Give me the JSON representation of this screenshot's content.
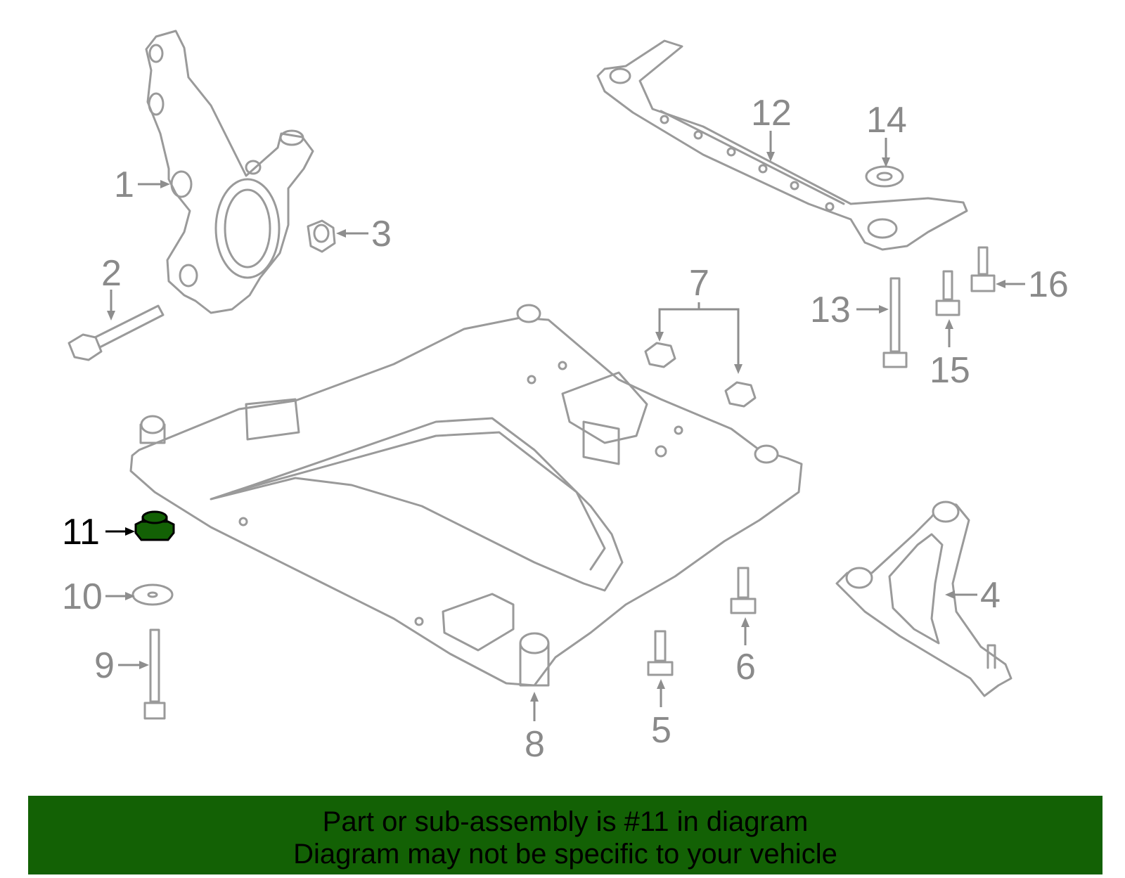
{
  "diagram": {
    "callouts": {
      "c1": "1",
      "c2": "2",
      "c3": "3",
      "c4": "4",
      "c5": "5",
      "c6": "6",
      "c7": "7",
      "c8": "8",
      "c9": "9",
      "c10": "10",
      "c11": "11",
      "c12": "12",
      "c13": "13",
      "c14": "14",
      "c15": "15",
      "c16": "16"
    },
    "highlighted_part": "11",
    "highlight_color": "#136105",
    "line_color": "#9a9a9a"
  },
  "banner": {
    "line1": "Part or sub-assembly is #11 in diagram",
    "line2": "Diagram may not be specific to your vehicle",
    "background": "#136105"
  }
}
